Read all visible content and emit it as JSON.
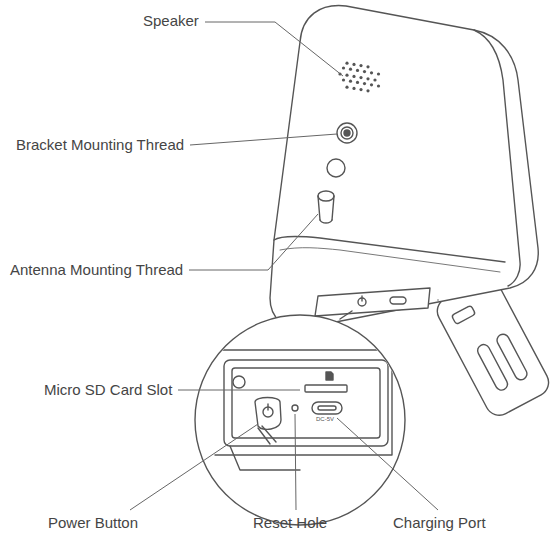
{
  "diagram": {
    "labels": [
      "Speaker",
      "Bracket Mounting Thread",
      "Antenna Mounting Thread",
      "Micro SD Card Slot",
      "Power Button",
      "Reset Hole",
      "Charging Port",
      "DC-5V"
    ]
  }
}
